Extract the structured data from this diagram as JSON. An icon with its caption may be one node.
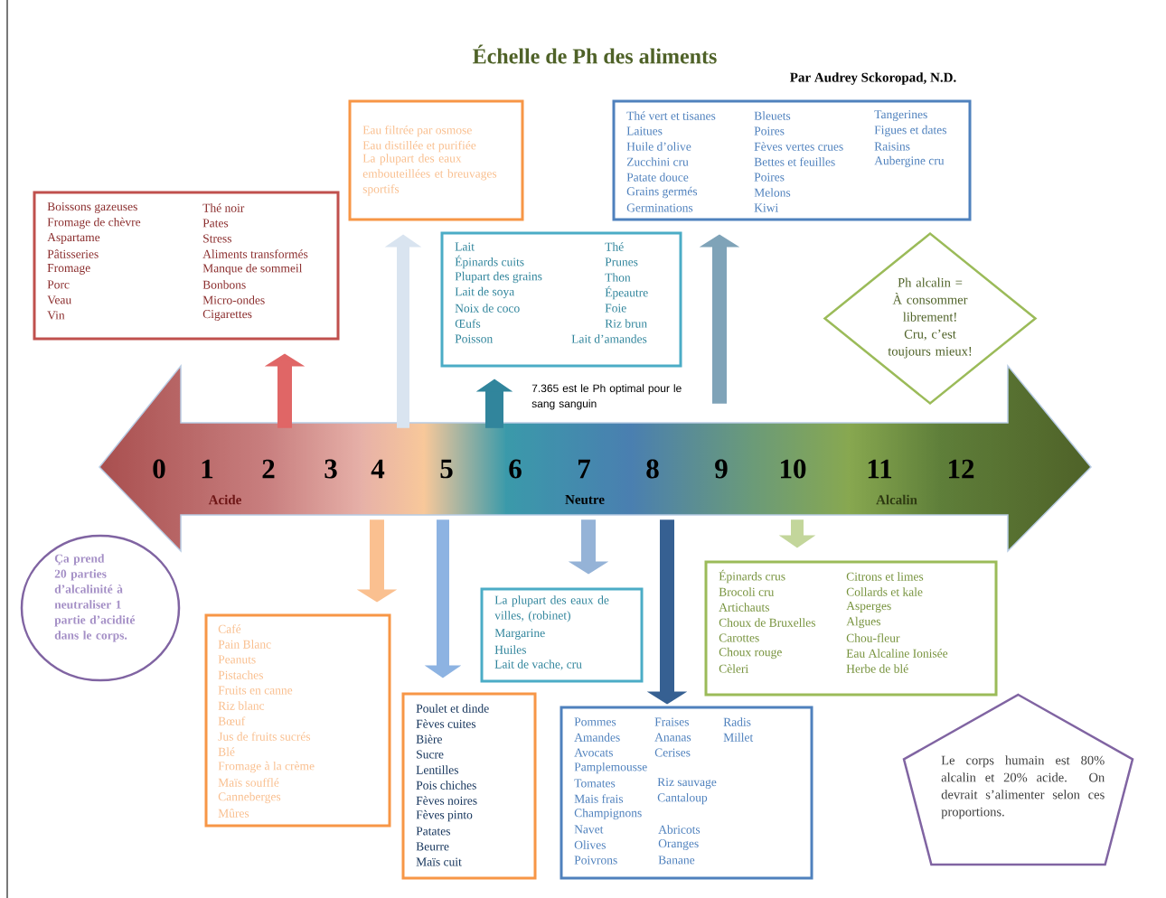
{
  "diagram": {
    "title": "Échelle de Ph des aliments",
    "nodes": [
      {
        "text": [
          "Eau filtrée par osmose",
          "Eau distillée et purifiée",
          "La plupart des eaux embouteillées et breuvages sportifs"
        ]
      },
      {
        "text": [
          "Thé vert et tisanes",
          "Laitues",
          "Huile d’olive",
          "Zucchini cru",
          "Patate douce",
          "Grains germés",
          "Germinations",
          "Bleuets",
          "Poires",
          "Fèves vertes crues",
          "Bettes et feuilles",
          "Poires",
          "Melons",
          "Kiwi",
          "Tangerines",
          "Figues et dates",
          "Raisins",
          "Aubergine cru"
        ]
      },
      {
        "text": [
          "Boissons gazeuses",
          "Fromage de chèvre",
          "Aspartame",
          "Pâtisseries",
          "Fromage",
          "Porc",
          "Veau",
          "Vin",
          "Thé noir",
          "Pates",
          "Stress",
          "Aliments transformés",
          "Manque de sommeil",
          "Bonbons",
          "Micro-ondes",
          "Cigarettes"
        ]
      },
      {
        "text": [
          "Lait",
          "Épinards cuits",
          "Plupart des grains",
          "Lait de soya",
          "Noix de coco",
          "Œufs",
          "Poisson",
          "Thé",
          "Prunes",
          "Thon",
          "Épeautre",
          "Foie",
          "Riz brun",
          "Lait d’amandes"
        ]
      },
      {
        "text": [
          "Ph alcalin = À consommer librement! Cru, c’est toujours mieux!"
        ]
      },
      {
        "text": [
          "0",
          "1",
          "2",
          "3",
          "4",
          "5",
          "6",
          "7",
          "8",
          "9",
          "10",
          "11",
          "12",
          "Acide",
          "Neutre",
          "Alcalin"
        ]
      },
      {
        "text": [
          "Ça prend 20 parties d’alcalinité à neutraliser 1 partie d’acidité dans le corps."
        ]
      },
      {
        "text": [
          "Café",
          "Pain Blanc",
          "Peanuts",
          "Pistaches",
          "Fruits en canne",
          "Riz blanc",
          "Bœuf",
          "Jus de fruits sucrés",
          "Blé",
          "Fromage à la crème",
          "Maïs soufflé",
          "Canneberges",
          "Mûres"
        ]
      },
      {
        "text": [
          "La plupart des eaux de villes, (robinet)",
          "Margarine",
          "Huiles",
          "Lait de vache, cru"
        ]
      },
      {
        "text": [
          "Épinards crus",
          "Brocoli cru",
          "Artichauts",
          "Choux de Bruxelles",
          "Carottes",
          "Choux rouge",
          "Cèleri",
          "Citrons et limes",
          "Collards et kale",
          "Asperges",
          "Algues",
          "Chou-fleur",
          "Eau Alcaline Ionisée",
          "Herbe de blé"
        ]
      },
      {
        "text": [
          "Poulet et dinde",
          "Fèves cuites",
          "Bière",
          "Sucre",
          "Lentilles",
          "Pois chiches",
          "Fèves noires",
          "Fèves pinto",
          "Patates",
          "Beurre",
          "Maïs cuit"
        ]
      },
      {
        "text": [
          "Pommes",
          "Fraises",
          "Radis",
          "Amandes",
          "Ananas",
          "Millet",
          "Avocats",
          "Cerises",
          "Pamplemousse",
          "Tomates",
          "Riz sauvage",
          "Mais frais",
          "Cantaloup",
          "Champignons",
          "Navet",
          "Abricots",
          "Olives",
          "Oranges",
          "Poivrons",
          "Banane"
        ]
      },
      {
        "text": [
          "Le corps humain est 80% alcalin et 20% acide. On devrait s’alimenter selon ces proportions."
        ]
      }
    ],
    "edges": [
      {
        "from": 5,
        "to": 2,
        "arrow": "to",
        "color": "#e06666"
      },
      {
        "from": 5,
        "to": 0,
        "arrow": "to",
        "color": "#d9e4f0"
      },
      {
        "from": 5,
        "to": 3,
        "arrow": "to",
        "color": "#31859c"
      },
      {
        "from": 5,
        "to": 1,
        "arrow": "to",
        "color": "#7fa3b8"
      },
      {
        "from": 5,
        "to": 7,
        "arrow": "to",
        "color": "#fac090"
      },
      {
        "from": 5,
        "to": 10,
        "arrow": "to",
        "color": "#8db3e2"
      },
      {
        "from": 5,
        "to": 8,
        "arrow": "to",
        "color": "#95b3d7"
      },
      {
        "from": 5,
        "to": 11,
        "arrow": "to",
        "color": "#366092"
      },
      {
        "from": 5,
        "to": 9,
        "arrow": "to",
        "color": "#c3d69b"
      }
    ],
    "labels": [
      "Par Audrey Sckoropad, N.D.",
      "7.365 est le Ph optimal pour le sang sanguin"
    ]
  }
}
